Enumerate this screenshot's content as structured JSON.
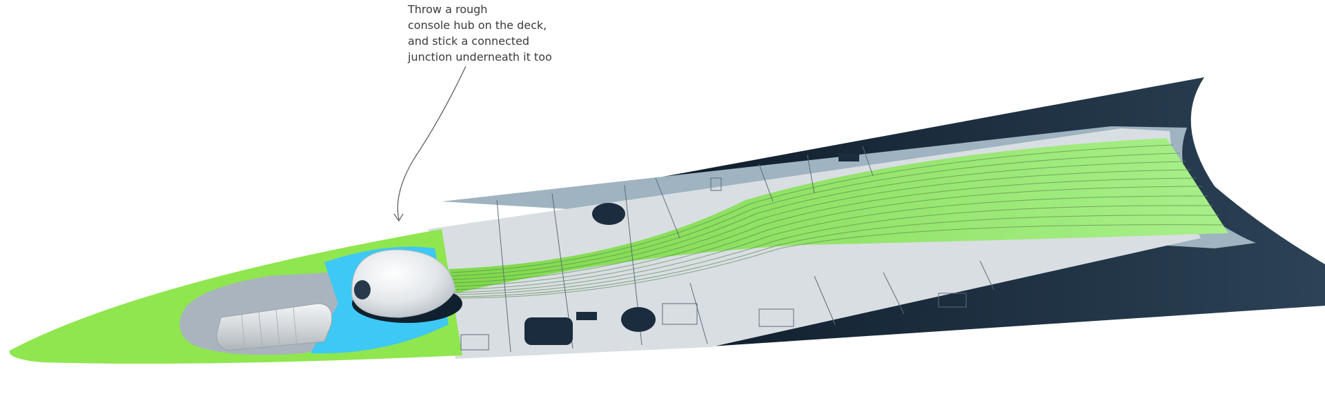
{
  "annotation": {
    "lines": [
      "Throw a rough",
      "console hub on the deck,",
      "and stick a connected",
      "junction underneath it too"
    ]
  },
  "colors": {
    "background": "#ffffff",
    "hull_dark": "#1f3346",
    "hull_edge": "#9fb3c0",
    "deck_panel": "#d9dee3",
    "deck_lines": "#5d6b78",
    "green_strip": "#8ee65a",
    "green_outer": "#8fe64f",
    "blue_pool": "#3ec8f5",
    "grey_pool": "#a9b4be",
    "dome": "#e8ecee",
    "cylinder": "#d3d7da",
    "annotation_text": "#3a3a3a"
  }
}
